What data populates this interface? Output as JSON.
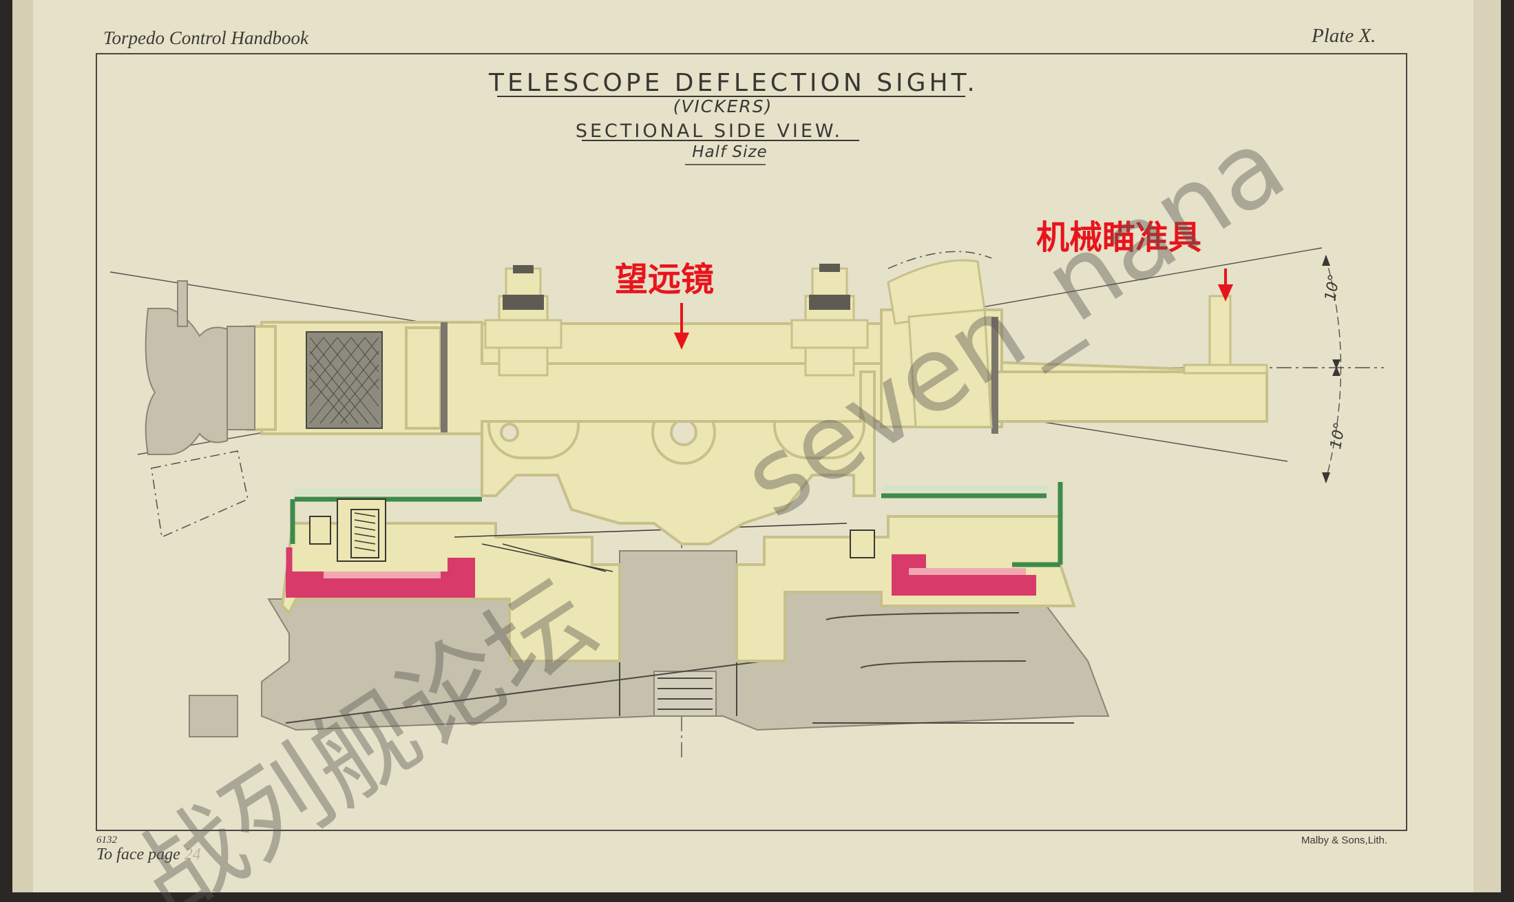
{
  "header": {
    "book_title": "Torpedo Control Handbook",
    "plate": "Plate X."
  },
  "title": {
    "main": "TELESCOPE DEFLECTION SIGHT.",
    "maker": "(VICKERS)",
    "view": "SECTIONAL SIDE VIEW.",
    "scale": "Half Size"
  },
  "annotations": {
    "telescope": "望远镜",
    "mechanical_sight": "机械瞄准具"
  },
  "angles": {
    "upper": "10°",
    "lower": "10°"
  },
  "footer": {
    "plate_number": "6132",
    "facing_page_label": "To face page",
    "facing_page_number": "24",
    "lithographer": "Malby & Sons,Lith."
  },
  "watermark": {
    "latin": "seven_nana",
    "cjk": "战列舰论坛"
  },
  "colors": {
    "paper": "#e9e4cc",
    "cream_fill": "#ebe6b3",
    "cream_edge": "#c8c08a",
    "grey_fill": "#c6c1ac",
    "magenta": "#d83a6a",
    "pink": "#f0a8b0",
    "green": "#3e8a4a",
    "ink": "#3a3733",
    "annotation_red": "#e8141c"
  }
}
